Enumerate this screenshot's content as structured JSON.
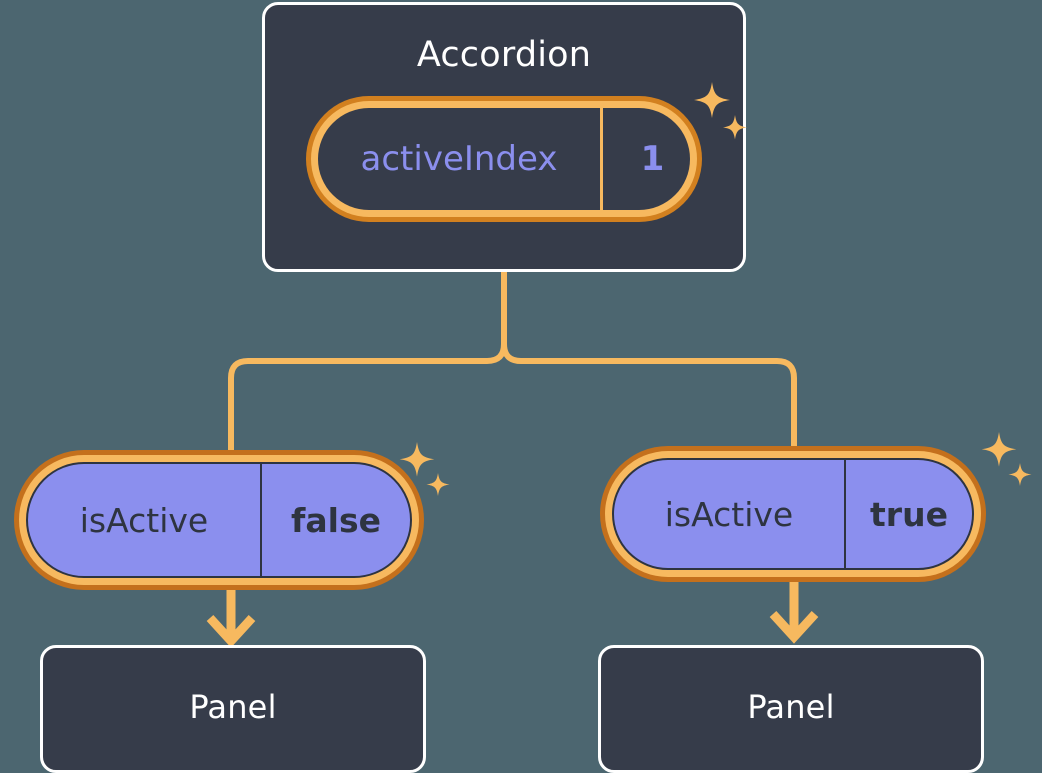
{
  "theme": {
    "background": "#4c6670",
    "card_fill": "#363c4a",
    "card_border": "#ffffff",
    "ring_outer": "#c4701c",
    "ring_inner": "#f7b95f",
    "pill_fill": "#8b8fee",
    "pill_text_dark": "#2e3440",
    "accent_text": "#8b8fee",
    "connector": "#f7b95f",
    "sparkle": "#f7b95f"
  },
  "diagram": {
    "title": "Accordion",
    "root": {
      "name": "accordion-component",
      "label": "Accordion",
      "state": {
        "key": "activeIndex",
        "value": "1",
        "style": "hollow",
        "sparkle": true
      }
    },
    "branches": [
      {
        "name": "branch-left",
        "prop": {
          "key": "isActive",
          "value": "false",
          "style": "filled",
          "sparkle": true
        },
        "child": {
          "name": "panel-left",
          "label": "Panel"
        }
      },
      {
        "name": "branch-right",
        "prop": {
          "key": "isActive",
          "value": "true",
          "style": "filled",
          "sparkle": true
        },
        "child": {
          "name": "panel-right",
          "label": "Panel"
        }
      }
    ],
    "connectors": {
      "root_to_split": "vertical",
      "split_style": "rounded-tee",
      "branch_to_prop": "elbow",
      "prop_to_child": "arrow-down"
    },
    "icons": {
      "sparkle": "sparkle-icon",
      "arrow": "arrow-down-icon"
    }
  }
}
